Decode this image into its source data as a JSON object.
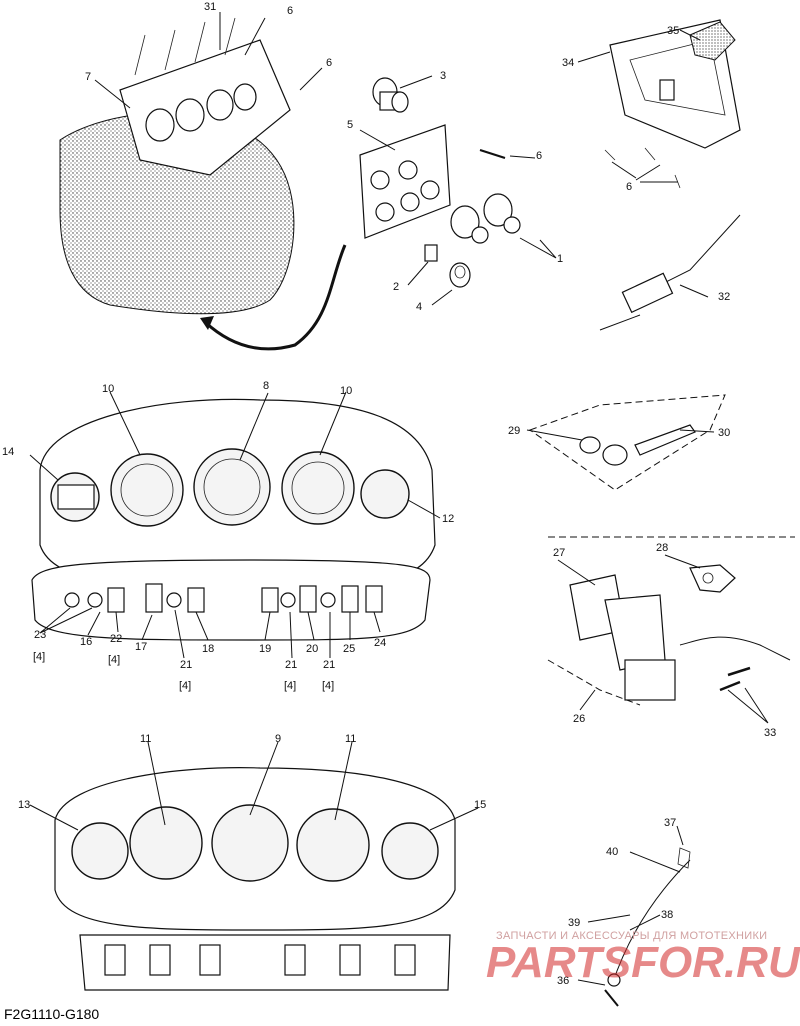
{
  "diagram_code": "F2G1110-G180",
  "watermark": {
    "line1": "ЗАПЧАСТИ И АКСЕССУАРЫ ДЛЯ МОТОТЕХНИКИ",
    "line2": "PARTSFOR.RU"
  },
  "callouts": {
    "n1": "1",
    "n2": "2",
    "n3": "3",
    "n4": "4",
    "n5": "5",
    "n6a": "6",
    "n6b": "6",
    "n6c": "6",
    "n6d": "6",
    "n7": "7",
    "n8": "8",
    "n9": "9",
    "n10a": "10",
    "n10b": "10",
    "n11a": "11",
    "n11b": "11",
    "n12": "12",
    "n13": "13",
    "n14": "14",
    "n15": "15",
    "n16": "16",
    "n17": "17",
    "n18": "18",
    "n19": "19",
    "n20": "20",
    "n21a": "21",
    "n21b": "21",
    "n21c": "21",
    "n22": "22",
    "n23": "23",
    "n24": "24",
    "n25": "25",
    "n26": "26",
    "n27": "27",
    "n28": "28",
    "n29": "29",
    "n30": "30",
    "n31": "31",
    "n32": "32",
    "n33": "33",
    "n34": "34",
    "n35": "35",
    "n36": "36",
    "n37": "37",
    "n38": "38",
    "n39": "39",
    "n40": "40",
    "q23": "[4]",
    "q22": "[4]",
    "q21a": "[4]",
    "q21b": "[4]",
    "q21c": "[4]"
  }
}
